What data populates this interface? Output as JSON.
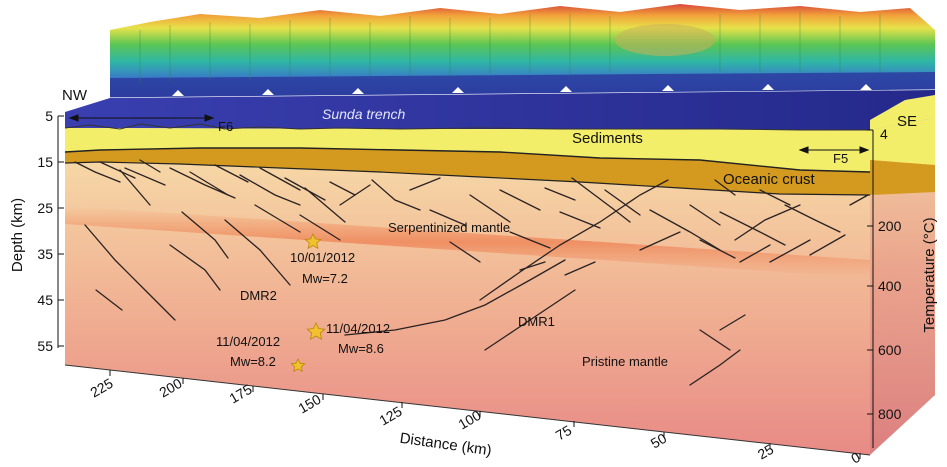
{
  "labels": {
    "nw": "NW",
    "se": "SE",
    "sunda_trench": "Sunda trench",
    "sediments": "Sediments",
    "oceanic_crust": "Oceanic crust",
    "serpentinized_mantle": "Serpentinized mantle",
    "pristine_mantle": "Pristine mantle",
    "dmr1": "DMR1",
    "dmr2": "DMR2",
    "f5": "F5",
    "f6": "F6"
  },
  "earthquakes": [
    {
      "date": "10/01/2012",
      "mag": "Mw=7.2"
    },
    {
      "date": "11/04/2012",
      "mag": "Mw=8.6"
    },
    {
      "date": "11/04/2012",
      "mag": "Mw=8.2"
    }
  ],
  "axes": {
    "depth_title": "Depth (km)",
    "depth_ticks": [
      "5",
      "15",
      "25",
      "35",
      "45",
      "55"
    ],
    "distance_title": "Distance (km)",
    "distance_ticks": [
      "225",
      "200",
      "175",
      "150",
      "125",
      "100",
      "75",
      "50",
      "25",
      "0"
    ],
    "temp_title": "Temperature (°C)",
    "temp_ticks": [
      "4",
      "200",
      "400",
      "600",
      "800"
    ]
  },
  "colors": {
    "water": "#2a2f9a",
    "sediments": "#f3ee6a",
    "crust": "#d4991f",
    "mantle_top": "#f5cf9c",
    "mantle_bottom": "#e98e86",
    "star": "#f2c12e"
  }
}
